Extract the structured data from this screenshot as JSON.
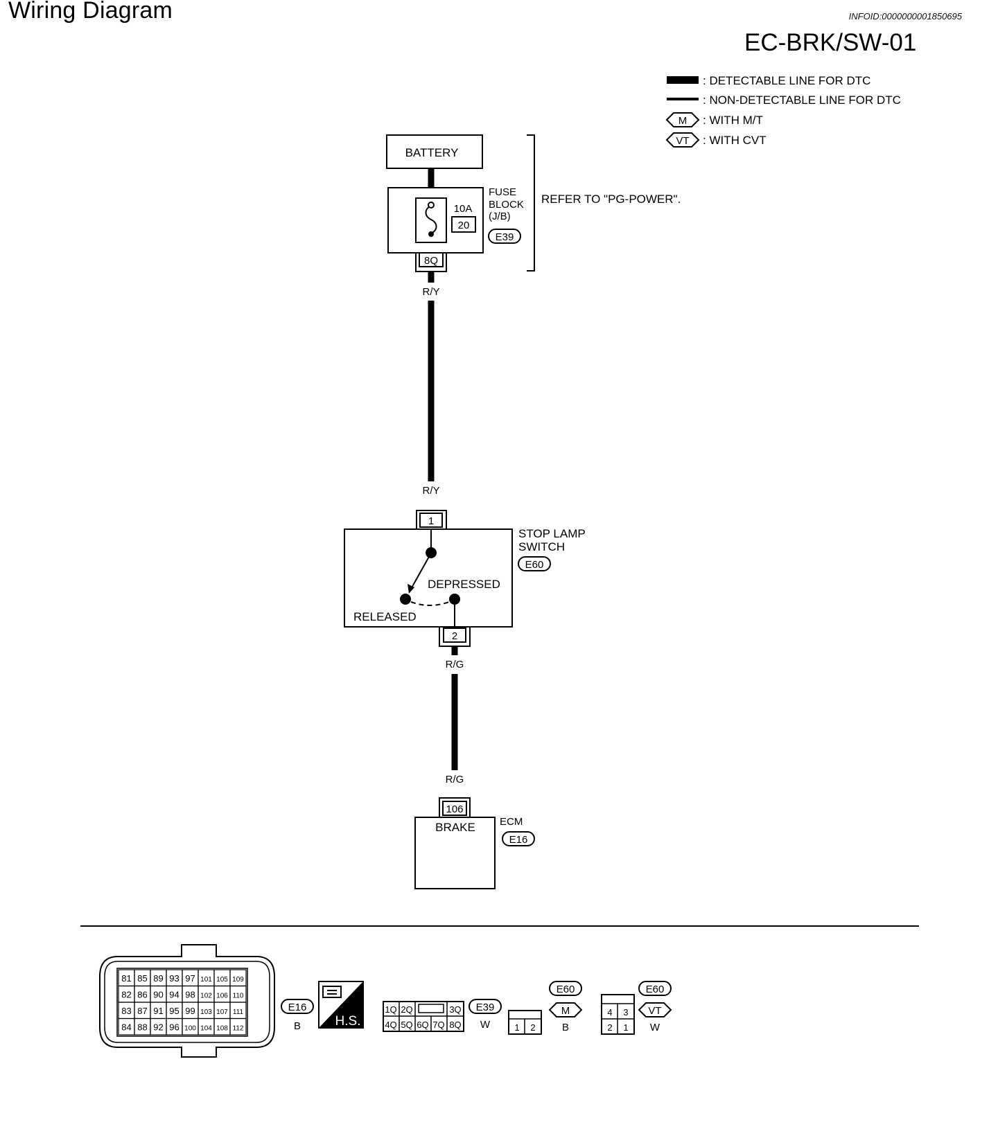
{
  "header": {
    "title": "Wiring Diagram",
    "info_id": "INFOID:0000000001850695",
    "diagram_code": "EC-BRK/SW-01"
  },
  "legend": {
    "detectable": ": DETECTABLE LINE FOR DTC",
    "non_detectable": ": NON-DETECTABLE LINE FOR DTC",
    "mt_symbol": "M",
    "mt_label": ": WITH M/T",
    "cvt_symbol": "VT",
    "cvt_label": ": WITH CVT"
  },
  "battery": {
    "label": "BATTERY"
  },
  "fuse_block": {
    "label_line1": "FUSE",
    "label_line2": "BLOCK",
    "label_line3": "(J/B)",
    "amperage": "10A",
    "fuse_number": "20",
    "connector": "E39",
    "terminal": "8Q",
    "refer": "REFER TO \"PG-POWER\"."
  },
  "wires": {
    "wire1_top": "R/Y",
    "wire1_bottom": "R/Y",
    "wire2_top": "R/G",
    "wire2_bottom": "R/G"
  },
  "stop_lamp_switch": {
    "label_line1": "STOP LAMP",
    "label_line2": "SWITCH",
    "connector": "E60",
    "terminal_in": "1",
    "terminal_out": "2",
    "depressed": "DEPRESSED",
    "released": "RELEASED"
  },
  "ecm": {
    "label": "ECM",
    "connector": "E16",
    "terminal": "106",
    "function": "BRAKE"
  },
  "connectors": {
    "e16": {
      "name": "E16",
      "color": "B",
      "rows": [
        [
          "81",
          "85",
          "89",
          "93",
          "97",
          "101",
          "105",
          "109"
        ],
        [
          "82",
          "86",
          "90",
          "94",
          "98",
          "102",
          "106",
          "110"
        ],
        [
          "83",
          "87",
          "91",
          "95",
          "99",
          "103",
          "107",
          "111"
        ],
        [
          "84",
          "88",
          "92",
          "96",
          "100",
          "104",
          "108",
          "112"
        ]
      ]
    },
    "hs": {
      "label": "H.S."
    },
    "e39": {
      "name": "E39",
      "color": "W",
      "row1": [
        "1Q",
        "2Q",
        "3Q"
      ],
      "row2": [
        "4Q",
        "5Q",
        "6Q",
        "7Q",
        "8Q"
      ]
    },
    "e60_mt": {
      "name": "E60",
      "symbol": "M",
      "color": "B",
      "pins": [
        "1",
        "2"
      ]
    },
    "e60_cvt": {
      "name": "E60",
      "symbol": "VT",
      "color": "W",
      "row1": [
        "4",
        "3"
      ],
      "row2": [
        "2",
        "1"
      ]
    }
  }
}
